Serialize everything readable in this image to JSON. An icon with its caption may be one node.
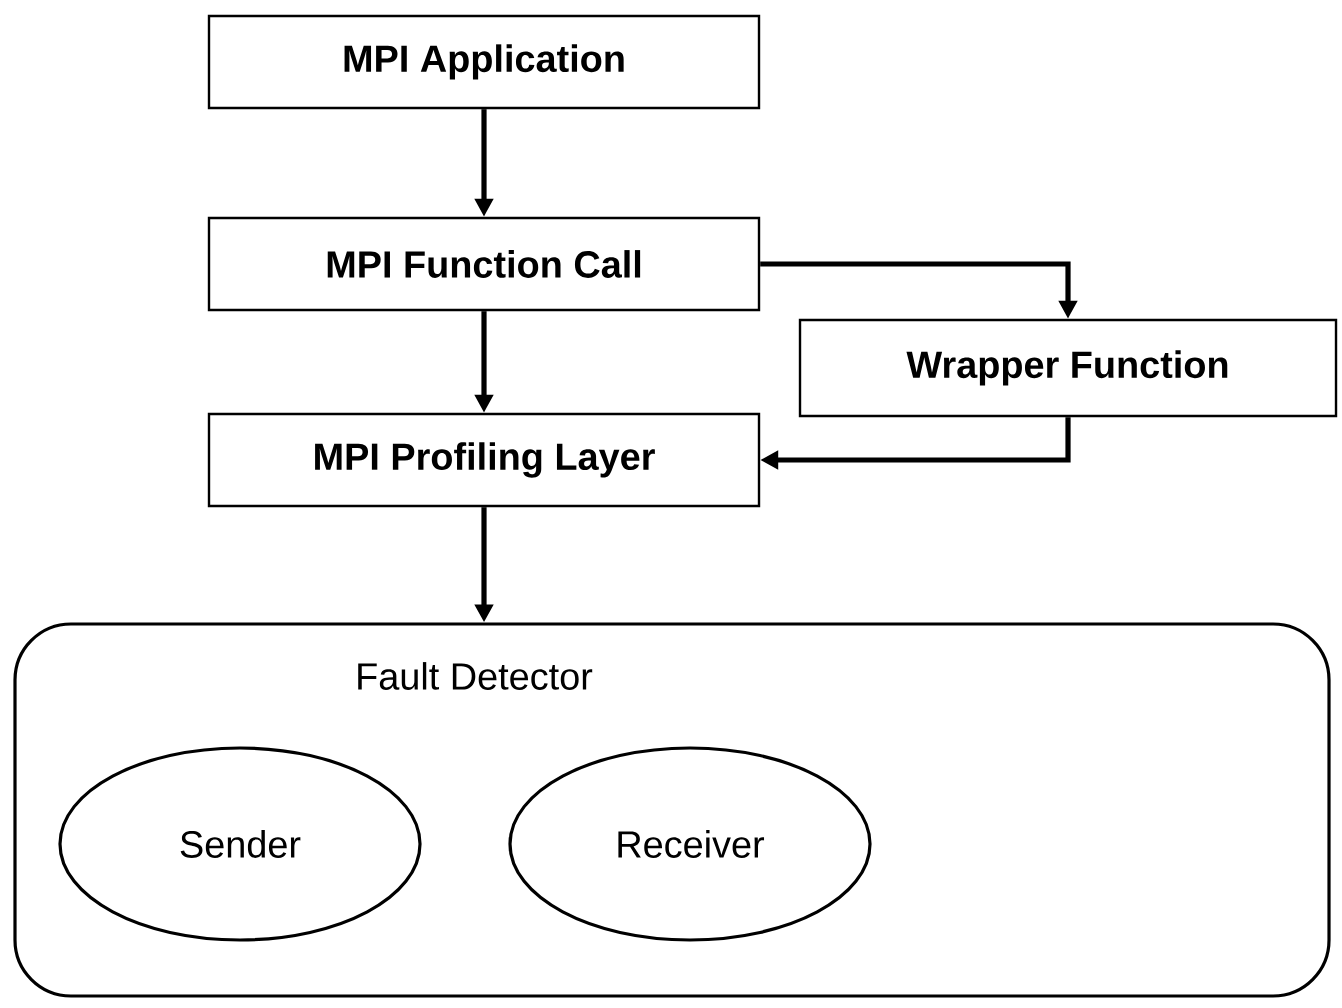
{
  "diagram": {
    "nodes": [
      {
        "text": [
          "MPI Application"
        ]
      },
      {
        "text": [
          "MPI Function Call"
        ]
      },
      {
        "text": [
          "Wrapper Function"
        ]
      },
      {
        "text": [
          "MPI Profiling Layer"
        ]
      },
      {
        "text": [
          "Fault Detector"
        ]
      },
      {
        "text": [
          "Sender"
        ],
        "in": 4
      },
      {
        "text": [
          "Receiver"
        ],
        "in": 4
      }
    ],
    "edges": [
      {
        "from": 0,
        "to": 1,
        "arrow": "to"
      },
      {
        "from": 1,
        "to": 2,
        "arrow": "to"
      },
      {
        "from": 1,
        "to": 3,
        "arrow": "to"
      },
      {
        "from": 2,
        "to": 3,
        "arrow": "to"
      },
      {
        "from": 3,
        "to": 4,
        "arrow": "to"
      }
    ]
  }
}
